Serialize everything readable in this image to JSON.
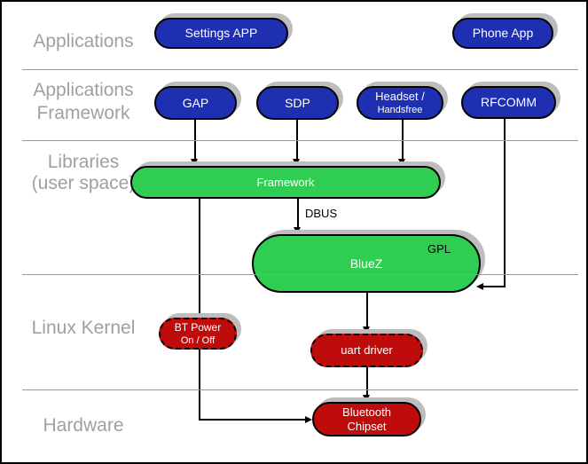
{
  "colors": {
    "blue": "#1E2FB2",
    "green": "#2FCE52",
    "red": "#BE0C0C",
    "label": "#A0A0A0",
    "divider": "#999999",
    "shadow": "#BDBDBD"
  },
  "layers": {
    "applications": "Applications",
    "app_framework": {
      "line1": "Applications",
      "line2": "Framework"
    },
    "libraries": {
      "line1": "Libraries",
      "line2": "(user space)"
    },
    "linux_kernel": "Linux Kernel",
    "hardware": "Hardware"
  },
  "nodes": {
    "settings_app": {
      "label": "Settings APP"
    },
    "phone_app": {
      "label": "Phone App"
    },
    "gap": {
      "label": "GAP"
    },
    "sdp": {
      "label": "SDP"
    },
    "headset": {
      "line1": "Headset /",
      "line2": "Handsfree"
    },
    "rfcomm": {
      "label": "RFCOMM"
    },
    "framework": {
      "label": "Framework"
    },
    "bluez": {
      "label": "BlueZ",
      "license": "GPL"
    },
    "bt_power": {
      "line1": "BT Power",
      "line2": "On / Off"
    },
    "uart_driver": {
      "label": "uart driver"
    },
    "bt_chipset": {
      "line1": "Bluetooth",
      "line2": "Chipset"
    }
  },
  "connectors": {
    "dbus_label": "DBUS"
  }
}
